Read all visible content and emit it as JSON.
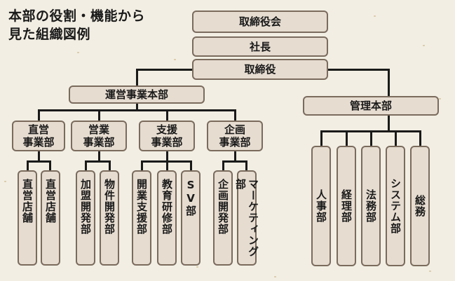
{
  "heading": {
    "line1": "本部の役割・機能から",
    "line2": "見た組織図例"
  },
  "top": {
    "board": "取締役会",
    "president": "社長",
    "directors": "取締役"
  },
  "operations": {
    "label": "運営事業本部",
    "divisions": [
      {
        "line1": "直営",
        "line2": "事業部",
        "units": [
          "直営店舗",
          "直営店舗"
        ]
      },
      {
        "line1": "営業",
        "line2": "事業部",
        "units": [
          "加盟開発部",
          "物件開発部"
        ]
      },
      {
        "line1": "支援",
        "line2": "事業部",
        "units": [
          "開業支援部",
          "教育研修部",
          "SV部"
        ]
      },
      {
        "line1": "企画",
        "line2": "事業部",
        "units": [
          "企画開発部",
          "マーケティング部"
        ]
      }
    ]
  },
  "admin": {
    "label": "管理本部",
    "units": [
      "人事部",
      "経理部",
      "法務部",
      "システム部",
      "総務"
    ]
  }
}
